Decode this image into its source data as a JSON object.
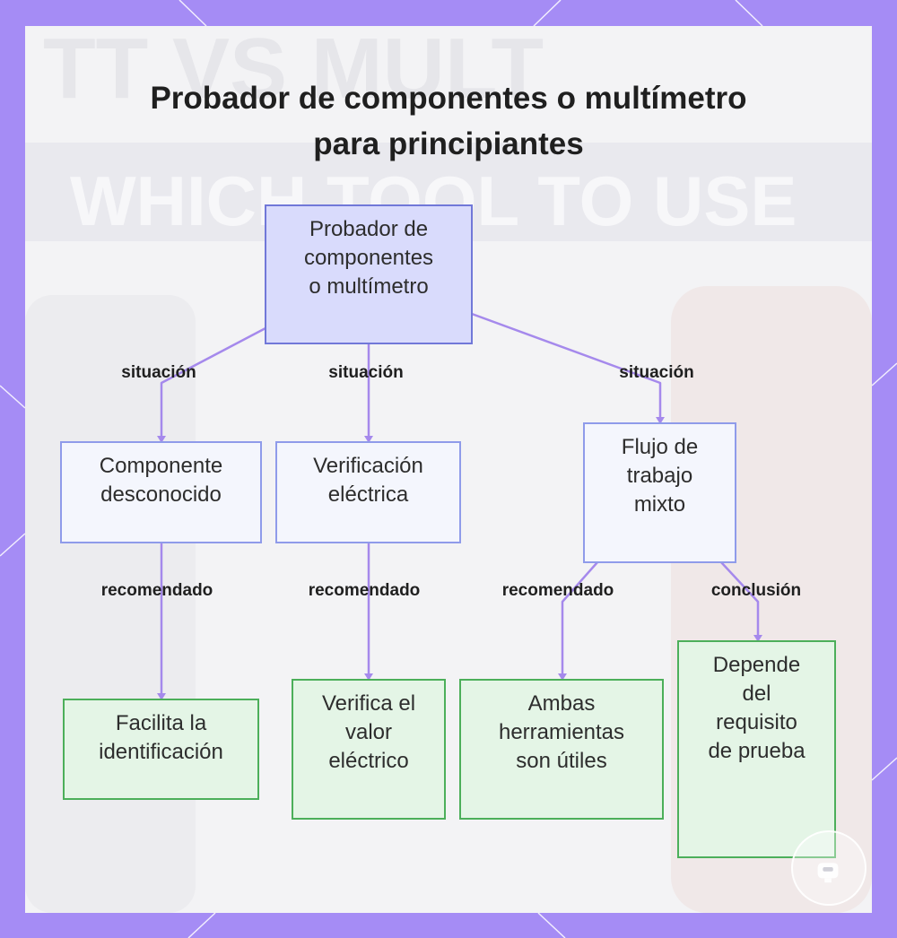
{
  "title": "Probador de componentes o multímetro\npara principiantes",
  "background_text": {
    "line1": "TT VS MULT",
    "line2": "WHICH TOOL TO USE"
  },
  "colors": {
    "frame": "#a58cf5",
    "connector": "#a589ec",
    "root_fill": "#d9dbfc",
    "root_border": "#7178d8",
    "mid_fill": "#f4f6fd",
    "mid_border": "#8f9bea",
    "leaf_fill": "#e4f5e6",
    "leaf_border": "#4caf5a"
  },
  "nodes": {
    "root": "Probador de\ncomponentes\no multímetro",
    "unknown": "Componente\ndesconocido",
    "electrical": "Verificación\neléctrica",
    "mixed": "Flujo de\ntrabajo\nmixto",
    "identify": "Facilita la\nidentificación",
    "value": "Verifica el\nvalor\neléctrico",
    "both": "Ambas\nherramientas\nson útiles",
    "depends": "Depende\ndel\nrequisito\nde prueba"
  },
  "edges": {
    "root_unknown": "situación",
    "root_electrical": "situación",
    "root_mixed": "situación",
    "unknown_identify": "recomendado",
    "electrical_value": "recomendado",
    "mixed_both": "recomendado",
    "mixed_depends": "conclusión"
  },
  "badge_icon": "robot-icon"
}
